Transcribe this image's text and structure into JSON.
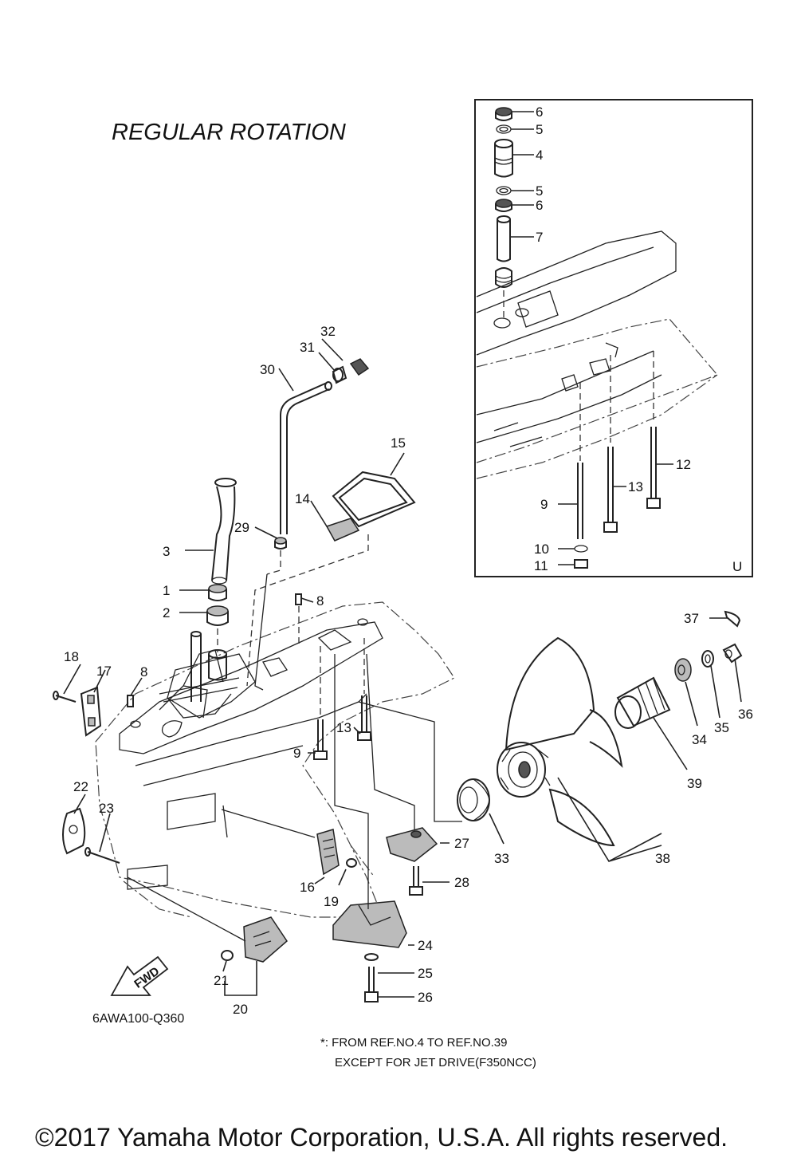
{
  "title": "REGULAR ROTATION",
  "inset_label": "U",
  "diagram_code": "6AWA100-Q360",
  "fwd_label": "FWD",
  "note": {
    "line1": "*: FROM REF.NO.4 TO REF.NO.39",
    "line2": "EXCEPT FOR JET DRIVE(F350NCC)"
  },
  "copyright": "©2017 Yamaha Motor Corporation, U.S.A. All rights reserved.",
  "callouts": [
    {
      "id": "c6a",
      "label": "6"
    },
    {
      "id": "c5a",
      "label": "5"
    },
    {
      "id": "c4",
      "label": "4"
    },
    {
      "id": "c5b",
      "label": "5"
    },
    {
      "id": "c6b",
      "label": "6"
    },
    {
      "id": "c7",
      "label": "7"
    },
    {
      "id": "c12",
      "label": "12"
    },
    {
      "id": "c13a",
      "label": "13"
    },
    {
      "id": "c9a",
      "label": "9"
    },
    {
      "id": "c10",
      "label": "10"
    },
    {
      "id": "c11",
      "label": "11"
    },
    {
      "id": "c32",
      "label": "32"
    },
    {
      "id": "c31",
      "label": "31"
    },
    {
      "id": "c30",
      "label": "30"
    },
    {
      "id": "c15",
      "label": "15"
    },
    {
      "id": "c14",
      "label": "14"
    },
    {
      "id": "c29",
      "label": "29"
    },
    {
      "id": "c3",
      "label": "3"
    },
    {
      "id": "c1",
      "label": "1"
    },
    {
      "id": "c2",
      "label": "2"
    },
    {
      "id": "c8a",
      "label": "8"
    },
    {
      "id": "c18",
      "label": "18"
    },
    {
      "id": "c17",
      "label": "17"
    },
    {
      "id": "c8b",
      "label": "8"
    },
    {
      "id": "c13b",
      "label": "13"
    },
    {
      "id": "c9b",
      "label": "9"
    },
    {
      "id": "c37",
      "label": "37"
    },
    {
      "id": "c36",
      "label": "36"
    },
    {
      "id": "c35",
      "label": "35"
    },
    {
      "id": "c34",
      "label": "34"
    },
    {
      "id": "c39",
      "label": "39"
    },
    {
      "id": "c22",
      "label": "22"
    },
    {
      "id": "c23",
      "label": "23"
    },
    {
      "id": "c33",
      "label": "33"
    },
    {
      "id": "c27",
      "label": "27"
    },
    {
      "id": "c38",
      "label": "38"
    },
    {
      "id": "c28",
      "label": "28"
    },
    {
      "id": "c16",
      "label": "16"
    },
    {
      "id": "c19",
      "label": "19"
    },
    {
      "id": "c24",
      "label": "24"
    },
    {
      "id": "c25",
      "label": "25"
    },
    {
      "id": "c26",
      "label": "26"
    },
    {
      "id": "c21",
      "label": "21"
    },
    {
      "id": "c20",
      "label": "20"
    }
  ]
}
